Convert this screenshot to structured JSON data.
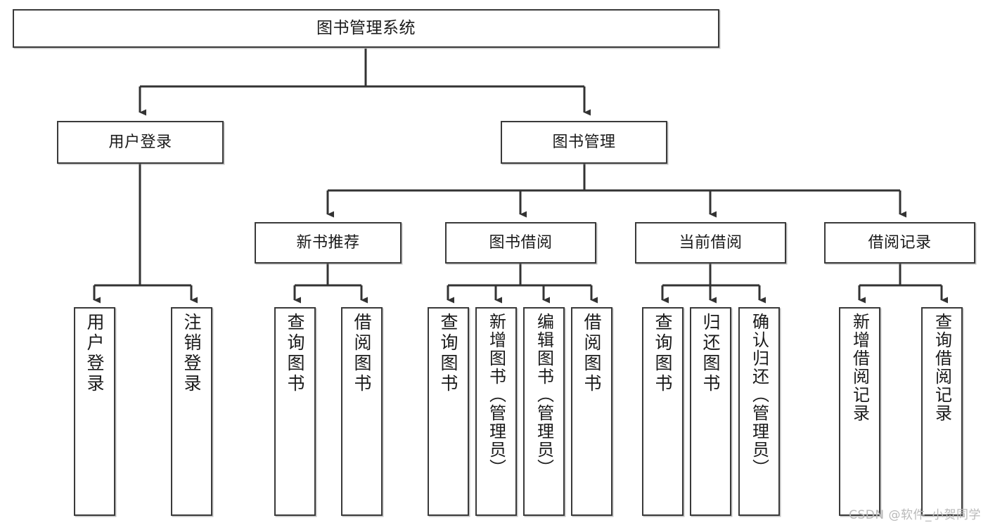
{
  "diagram": {
    "title": "图书管理系统",
    "type": "hierarchy-tree",
    "watermark": "CSDN @软件_小贺同学",
    "colors": {
      "box_border": "#3a3a3a",
      "box_fill": "#ffffff",
      "edge": "#333333",
      "text": "#1a1a1a",
      "watermark": "#b9b9b9"
    },
    "levels": {
      "root": {
        "label": "图书管理系统"
      },
      "level2": [
        {
          "id": "user-login",
          "label": "用户登录"
        },
        {
          "id": "book-manage",
          "label": "图书管理"
        }
      ],
      "level3": [
        {
          "id": "new-book-rec",
          "label": "新书推荐"
        },
        {
          "id": "book-borrow",
          "label": "图书借阅"
        },
        {
          "id": "current-borrow",
          "label": "当前借阅"
        },
        {
          "id": "borrow-record",
          "label": "借阅记录"
        }
      ],
      "level4": {
        "user-login": [
          {
            "id": "leaf-user-login",
            "label": "用户登录"
          },
          {
            "id": "leaf-logout",
            "label": "注销登录"
          }
        ],
        "new-book-rec": [
          {
            "id": "leaf-query-book-1",
            "label": "查询图书"
          },
          {
            "id": "leaf-borrow-book-1",
            "label": "借阅图书"
          }
        ],
        "book-borrow": [
          {
            "id": "leaf-query-book-2",
            "label": "查询图书"
          },
          {
            "id": "leaf-add-book",
            "label": "新增图书（管理员）"
          },
          {
            "id": "leaf-edit-book",
            "label": "编辑图书（管理员）"
          },
          {
            "id": "leaf-borrow-book-2",
            "label": "借阅图书"
          }
        ],
        "current-borrow": [
          {
            "id": "leaf-query-book-3",
            "label": "查询图书"
          },
          {
            "id": "leaf-return-book",
            "label": "归还图书"
          },
          {
            "id": "leaf-confirm-return",
            "label": "确认归还（管理员）"
          }
        ],
        "borrow-record": [
          {
            "id": "leaf-add-record",
            "label": "新增借阅记录"
          },
          {
            "id": "leaf-query-record",
            "label": "查询借阅记录"
          }
        ]
      }
    }
  }
}
